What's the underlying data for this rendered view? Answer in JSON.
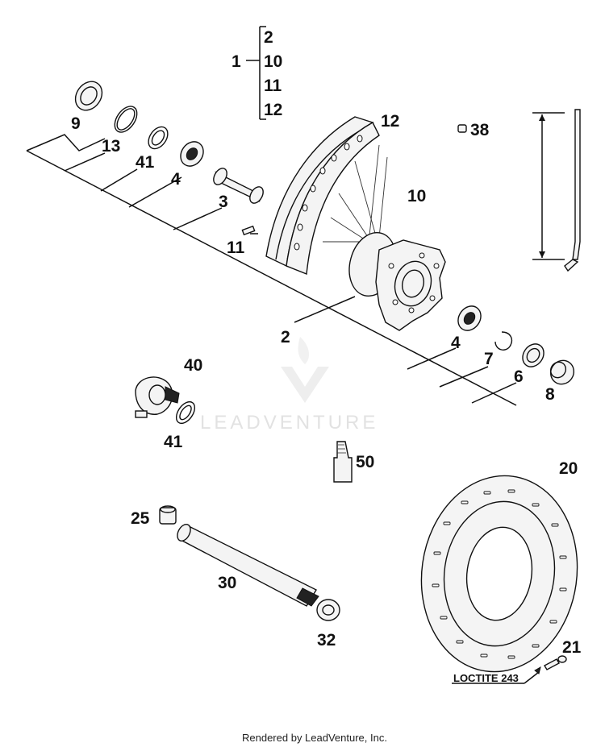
{
  "diagram": {
    "group_label": "1",
    "group_items": [
      "2",
      "10",
      "11",
      "12"
    ],
    "callouts": {
      "bearing_seal_outer": "9",
      "ring_13": "13",
      "lock_ring_41_top": "41",
      "bearing_left": "4",
      "spacer_sleeve": "3",
      "nipple_11": "11",
      "rim": "12",
      "spokes": "10",
      "hub": "2",
      "valve_38": "38",
      "bearing_right": "4",
      "circlip_7": "7",
      "seal_6": "6",
      "spacer_8": "8",
      "speedo_drive": "40",
      "lock_ring_41_bottom": "41",
      "grease_50": "50",
      "axle_nut_25": "25",
      "axle": "30",
      "axle_nut_32": "32",
      "brake_disc": "20",
      "disc_bolt": "21"
    },
    "note": "LOCTITE 243",
    "watermark": "LEADVENTURE",
    "footer": "Rendered by LeadVenture, Inc."
  }
}
